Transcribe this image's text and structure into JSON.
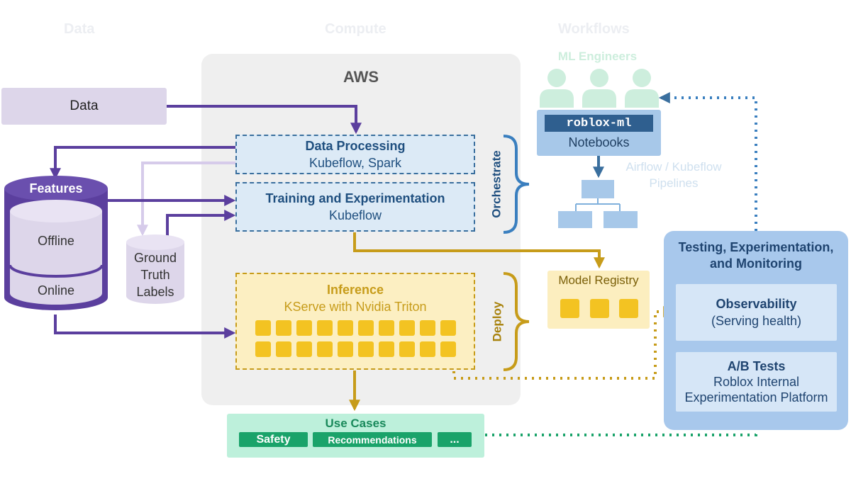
{
  "headers": {
    "data": "Data",
    "compute": "Compute",
    "workflows": "Workflows"
  },
  "aws": {
    "title": "AWS"
  },
  "data_box": {
    "label": "Data"
  },
  "features": {
    "title": "Features",
    "offline": "Offline",
    "online": "Online"
  },
  "ground_truth": {
    "line1": "Ground",
    "line2": "Truth",
    "line3": "Labels"
  },
  "data_processing": {
    "title": "Data Processing",
    "sub": "Kubeflow, Spark"
  },
  "training": {
    "title": "Training and Experimentation",
    "sub": "Kubeflow"
  },
  "orchestrate": {
    "label": "Orchestrate"
  },
  "inference": {
    "title": "Inference",
    "sub": "KServe with Nvidia Triton"
  },
  "deploy": {
    "label": "Deploy"
  },
  "model_registry": {
    "title": "Model Registry"
  },
  "use_cases": {
    "title": "Use Cases",
    "items": [
      "Safety",
      "Recommendations",
      "..."
    ]
  },
  "ml_engineers": {
    "title": "ML Engineers"
  },
  "notebooks": {
    "code": "roblox-ml",
    "label": "Notebooks"
  },
  "pipelines": {
    "line1": "Airflow / Kubeflow",
    "line2": "Pipelines"
  },
  "testing": {
    "title_line1": "Testing, Experimentation,",
    "title_line2": "and Monitoring",
    "observability_title": "Observability",
    "observability_sub": "(Serving health)",
    "ab_title": "A/B Tests",
    "ab_line1": "Roblox Internal",
    "ab_line2": "Experimentation Platform"
  },
  "colors": {
    "purple": "#5b3f9e",
    "lavender": "#d6cbea",
    "blue": "#3a6f9e",
    "gold": "#c79c1a",
    "green": "#1aa36a"
  }
}
